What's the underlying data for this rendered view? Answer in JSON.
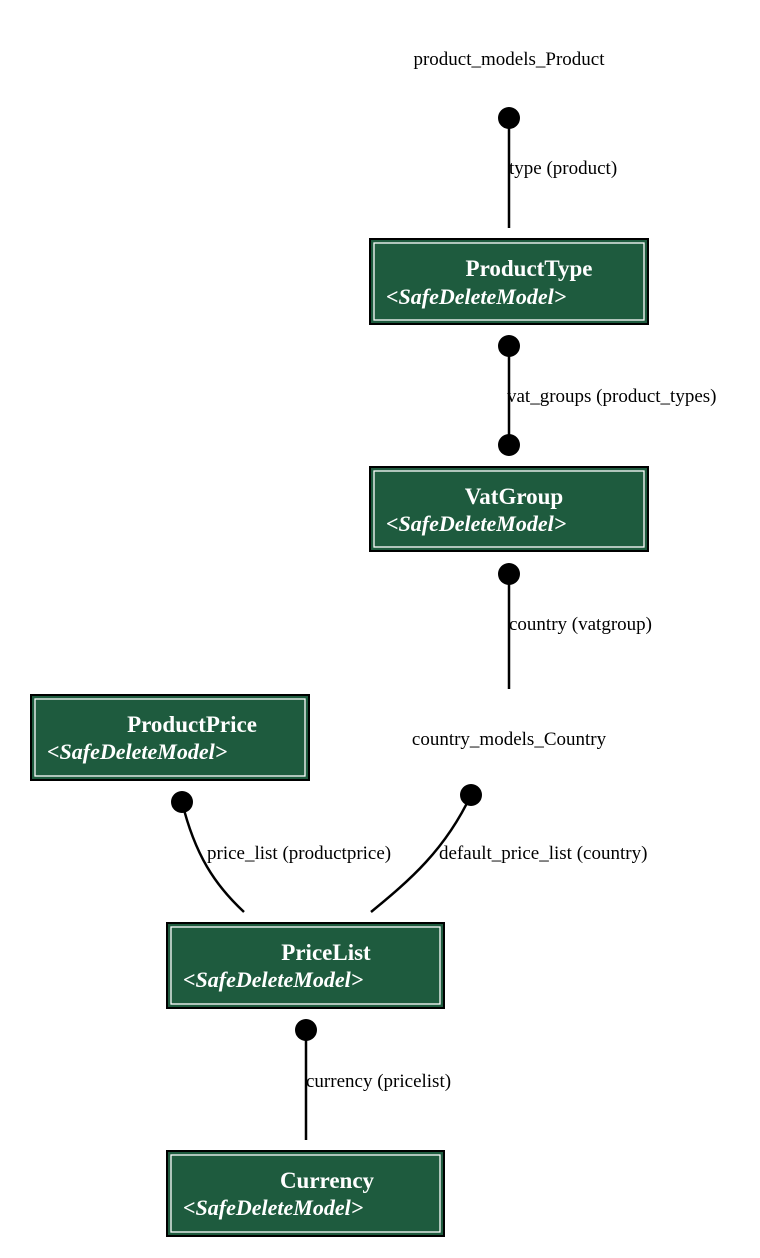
{
  "external_nodes": {
    "product": "product_models_Product",
    "country": "country_models_Country"
  },
  "nodes": {
    "product_type": {
      "name": "ProductType",
      "stereotype": "<SafeDeleteModel>"
    },
    "vat_group": {
      "name": "VatGroup",
      "stereotype": "<SafeDeleteModel>"
    },
    "product_price": {
      "name": "ProductPrice",
      "stereotype": "<SafeDeleteModel>"
    },
    "price_list": {
      "name": "PriceList",
      "stereotype": "<SafeDeleteModel>"
    },
    "currency": {
      "name": "Currency",
      "stereotype": "<SafeDeleteModel>"
    }
  },
  "edges": {
    "product_type": "type (product)",
    "vat_groups": "vat_groups (product_types)",
    "country": "country (vatgroup)",
    "price_list": "price_list (productprice)",
    "default_price_list": "default_price_list (country)",
    "currency": "currency (pricelist)"
  },
  "colors": {
    "node_fill": "#1e5b3e",
    "node_border": "#000000",
    "node_inner_border": "#ffffff",
    "edge": "#000000"
  }
}
